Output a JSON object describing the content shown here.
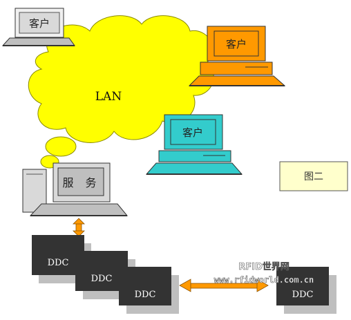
{
  "cloud": {
    "label": "LAN"
  },
  "clients": [
    {
      "label": "客户",
      "color": "#f0f0f0"
    },
    {
      "label": "客户",
      "color": "#ff9900"
    },
    {
      "label": "客户",
      "color": "#33cccc"
    }
  ],
  "server": {
    "label": "服 务",
    "color": "#d9d9d9"
  },
  "ddc_units": [
    {
      "label": "DDC"
    },
    {
      "label": "DDC"
    },
    {
      "label": "DDC"
    },
    {
      "label": "DDC"
    }
  ],
  "figure_label": "图二",
  "watermark": {
    "line1": "RFID世界网",
    "line2": "www.rfidworld.com.cn"
  },
  "colors": {
    "cloud": "#ffff00",
    "arrow": "#ff9900",
    "ddc": "#333333",
    "shadow": "#bfbfbf",
    "figure_box": "#ffffcc"
  }
}
